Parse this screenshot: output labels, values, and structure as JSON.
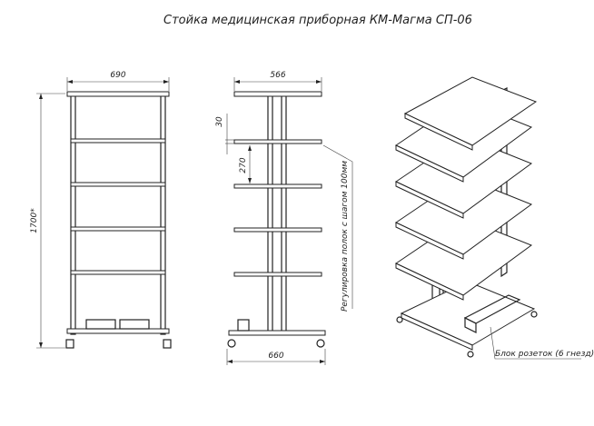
{
  "title": "Стойка медицинская приборная КМ-Магма СП-06",
  "front_view": {
    "width_dim": "690",
    "height_dim": "1700*"
  },
  "side_view": {
    "top_dim": "566",
    "gap_dim": "30",
    "pitch_dim": "270",
    "base_dim": "660"
  },
  "notes": {
    "shelf_adjust": "Регулировка полок с шагом 100мм",
    "socket_block": "Блок розеток (6 гнезд)"
  }
}
